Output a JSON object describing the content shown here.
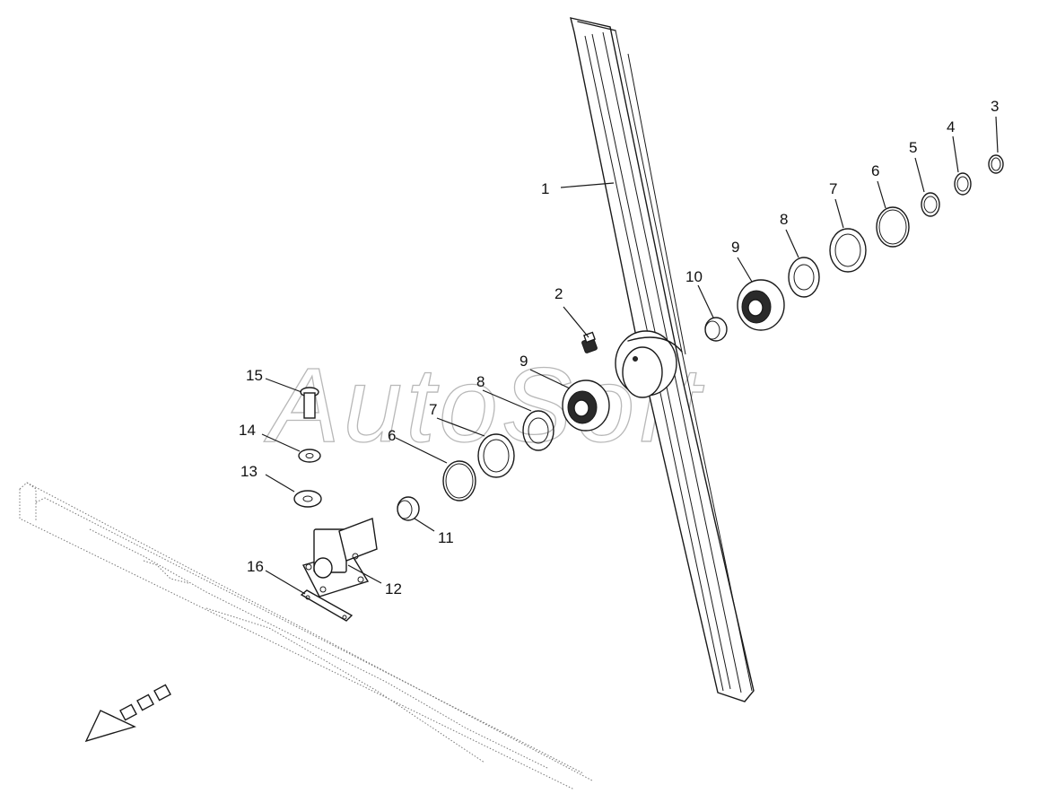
{
  "callouts": {
    "c1": "1",
    "c2": "2",
    "c3": "3",
    "c4": "4",
    "c5": "5",
    "c6a": "6",
    "c6b": "6",
    "c7a": "7",
    "c7b": "7",
    "c8a": "8",
    "c8b": "8",
    "c9a": "9",
    "c9b": "9",
    "c10": "10",
    "c11": "11",
    "c12": "12",
    "c13": "13",
    "c14": "14",
    "c15": "15",
    "c16": "16"
  },
  "watermark": "AutoSoft",
  "colors": {
    "line": "#1a1a1a",
    "watermark": "#b8b8b8",
    "background": "#ffffff"
  },
  "icons": {
    "direction": "direction-arrow-icon"
  }
}
